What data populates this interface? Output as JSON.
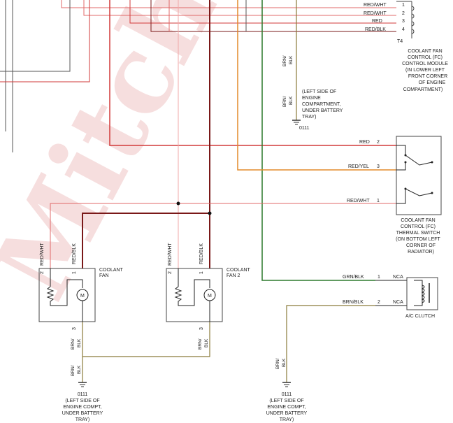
{
  "watermark": "Mitchell",
  "connector_t4": {
    "id": "T4",
    "pins": [
      {
        "wire": "RED/WHT",
        "pin": "1"
      },
      {
        "wire": "RED/WHT",
        "pin": "2"
      },
      {
        "wire": "RED",
        "pin": "3"
      },
      {
        "wire": "RED/BLK",
        "pin": "4"
      }
    ]
  },
  "control_module": {
    "lines": [
      "COOLANT FAN",
      "CONTROL (FC)",
      "CONTROL MODULE",
      "(IN LOWER LEFT",
      "FRONT CORNER",
      "OF ENGINE",
      "COMPARTMENT)"
    ]
  },
  "ground_top": {
    "wire_a": [
      "BRN/",
      "BLK"
    ],
    "wire_b": [
      "BRN/",
      "BLK"
    ],
    "node": "0111",
    "location": [
      "(LEFT SIDE OF",
      "ENGINE",
      "COMPARTMENT,",
      "UNDER BATTERY",
      "TRAY)"
    ]
  },
  "thermal_switch": {
    "pins": [
      {
        "wire": "RED",
        "pin": "2"
      },
      {
        "wire": "RED/YEL",
        "pin": "3"
      },
      {
        "wire": "RED/WHT",
        "pin": "1"
      }
    ],
    "lines": [
      "COOLANT FAN",
      "CONTROL (FC)",
      "THERMAL SWITCH",
      "(ON BOTTOM LEFT",
      "CORNER OF",
      "RADIATOR)"
    ]
  },
  "fan1": {
    "label": [
      "COOLANT",
      "FAN"
    ],
    "pin_top_left": "2",
    "wire_top_left": "RED/WHT",
    "pin_top_right": "1",
    "wire_top_right": "RED/BLK",
    "motor": "M",
    "pin_bottom": "3",
    "wire_bottom_a": [
      "BRN/",
      "BLK"
    ],
    "wire_bottom_b": [
      "BRN/",
      "BLK"
    ],
    "node": "0111",
    "location": [
      "(LEFT SIDE OF",
      "ENGINE COMPT,",
      "UNDER BATTERY",
      "TRAY)"
    ]
  },
  "fan2": {
    "label": [
      "COOLANT",
      "FAN 2"
    ],
    "pin_top_left": "2",
    "wire_top_left": "RED/WHT",
    "pin_top_right": "1",
    "wire_top_right": "RED/BLK",
    "motor": "M",
    "pin_bottom": "3",
    "wire_bottom": [
      "BRN/",
      "BLK"
    ]
  },
  "ac_clutch": {
    "pins": [
      {
        "wire": "GRN/BLK",
        "pin": "1",
        "code": "NCA"
      },
      {
        "wire": "BRN/BLK",
        "pin": "2",
        "code": "NCA"
      }
    ],
    "label": "A/C CLUTCH",
    "ground_wire": [
      "BRN/",
      "BLK"
    ],
    "node": "0111",
    "location": [
      "(LEFT SIDE OF",
      "ENGINE COMPT,",
      "UNDER BATTERY",
      "TRAY)"
    ]
  },
  "colors": {
    "red": "#d23a3a",
    "red_wht": "#e06868",
    "red_blk": "#7a1818",
    "red_yel": "#e48a2a",
    "grn_blk": "#2d7a2d",
    "brn_blk": "#8a7a3a",
    "watermark": "#f6dede"
  }
}
